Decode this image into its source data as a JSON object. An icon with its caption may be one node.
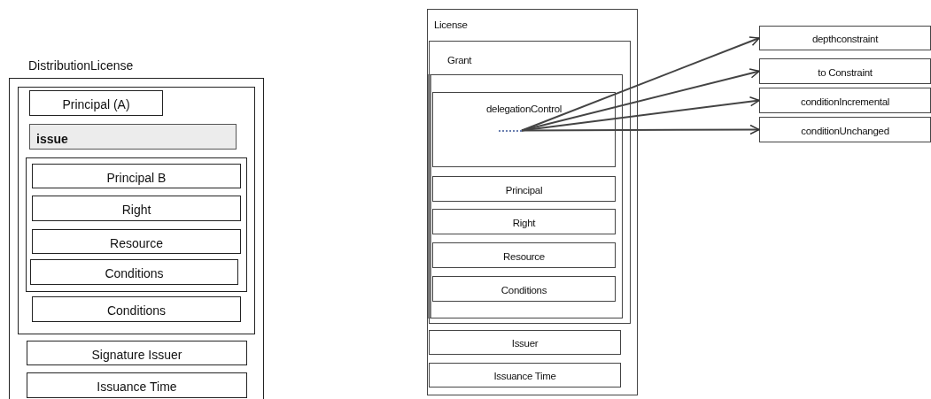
{
  "diagram": {
    "nodes": [
      {
        "text": [
          "DistributionLicense"
        ]
      },
      {
        "text": [],
        "shape": "box",
        "in": 0
      },
      {
        "text": [
          "Principal (A)"
        ],
        "in": 1
      },
      {
        "text": [
          "issue"
        ],
        "in": 1
      },
      {
        "text": [],
        "shape": "box",
        "in": 1
      },
      {
        "text": [
          "Principal B"
        ],
        "in": 4
      },
      {
        "text": [
          "Right"
        ],
        "in": 4
      },
      {
        "text": [
          "Resource"
        ],
        "in": 4
      },
      {
        "text": [
          "Conditions"
        ],
        "in": 4
      },
      {
        "text": [
          "Conditions"
        ],
        "in": 1
      },
      {
        "text": [
          "Signature Issuer"
        ],
        "in": 0
      },
      {
        "text": [
          "Issuance Time"
        ],
        "in": 0
      },
      {
        "text": [
          "License"
        ]
      },
      {
        "text": [
          "Grant"
        ],
        "in": 12
      },
      {
        "text": [],
        "shape": "box",
        "in": 13
      },
      {
        "text": [
          "delegationControl"
        ],
        "in": 14
      },
      {
        "text": [],
        "shape": "bar",
        "in": 15
      },
      {
        "text": [
          "Principal"
        ],
        "in": 14
      },
      {
        "text": [
          "Right"
        ],
        "in": 14
      },
      {
        "text": [
          "Resource"
        ],
        "in": 14
      },
      {
        "text": [
          "Conditions"
        ],
        "in": 14
      },
      {
        "text": [
          "Issuer"
        ],
        "in": 12
      },
      {
        "text": [
          "Issuance Time"
        ],
        "in": 12
      },
      {
        "text": [
          "depthconstraint"
        ]
      },
      {
        "text": [
          "to Constraint"
        ]
      },
      {
        "text": [
          "conditionIncremental"
        ]
      },
      {
        "text": [
          "conditionUnchanged"
        ]
      }
    ],
    "edges": [
      {
        "from": 16,
        "to": 23,
        "arrow": "to"
      },
      {
        "from": 16,
        "to": 24,
        "arrow": "to"
      },
      {
        "from": 16,
        "to": 25,
        "arrow": "to"
      },
      {
        "from": 16,
        "to": 26,
        "arrow": "to"
      }
    ]
  }
}
